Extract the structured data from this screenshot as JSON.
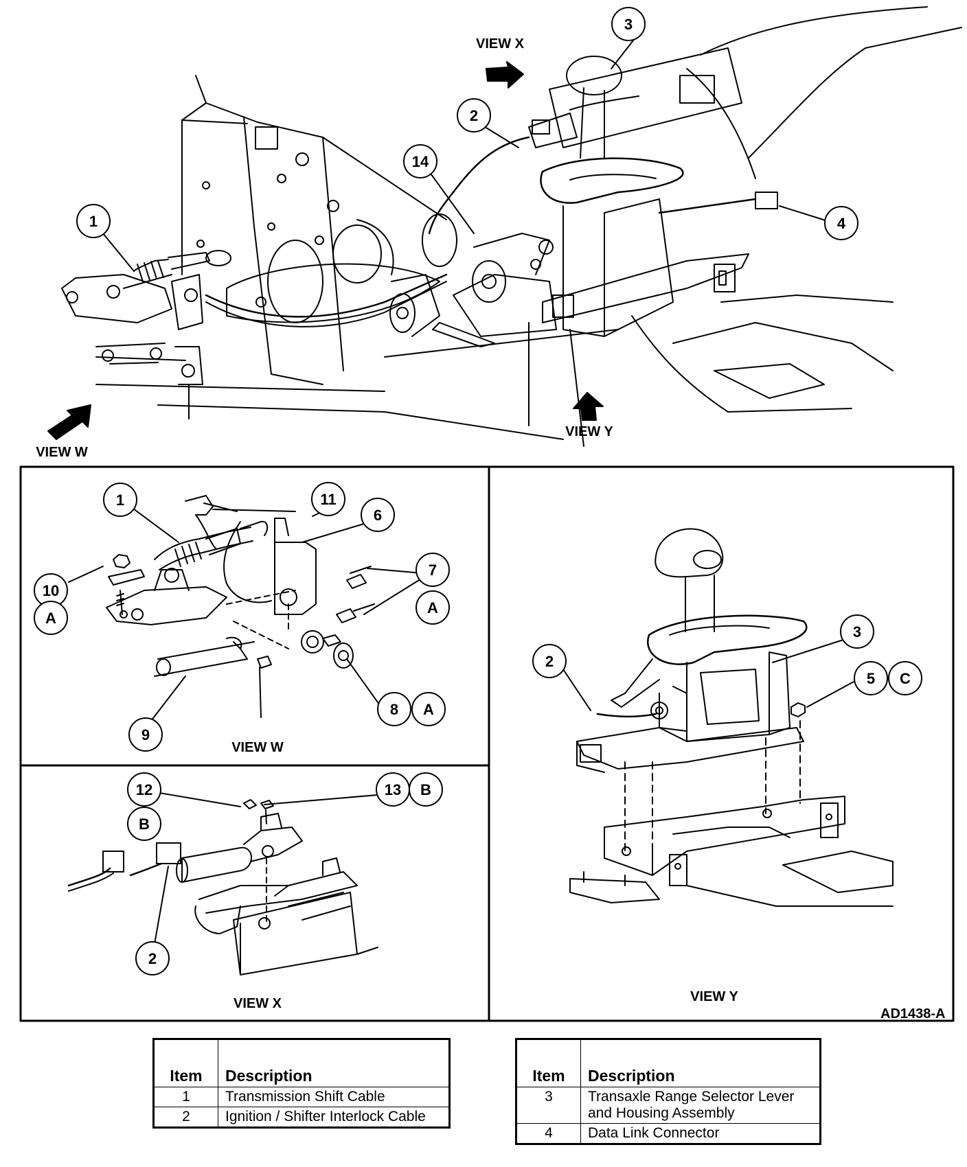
{
  "figure_code": "AD1438-A",
  "views": {
    "view_w_arrow": "VIEW W",
    "view_x_arrow": "VIEW X",
    "view_y_arrow": "VIEW Y",
    "panel_w": "VIEW W",
    "panel_x": "VIEW X",
    "panel_y": "VIEW Y"
  },
  "callouts": {
    "c1": "1",
    "c2": "2",
    "c3": "3",
    "c4": "4",
    "c5": "5",
    "c6": "6",
    "c7": "7",
    "c8": "8",
    "c9": "9",
    "c10": "10",
    "c11": "11",
    "c12": "12",
    "c13": "13",
    "c14": "14",
    "A": "A",
    "B": "B",
    "C": "C"
  },
  "legend_headers": {
    "item": "Item",
    "description": "Description"
  },
  "legend_left": [
    {
      "item": "1",
      "description": "Transmission Shift Cable"
    },
    {
      "item": "2",
      "description": "Ignition / Shifter Interlock Cable"
    }
  ],
  "legend_right": [
    {
      "item": "3",
      "description": "Transaxle Range Selector Lever and Housing Assembly"
    },
    {
      "item": "4",
      "description": "Data Link Connector"
    }
  ]
}
